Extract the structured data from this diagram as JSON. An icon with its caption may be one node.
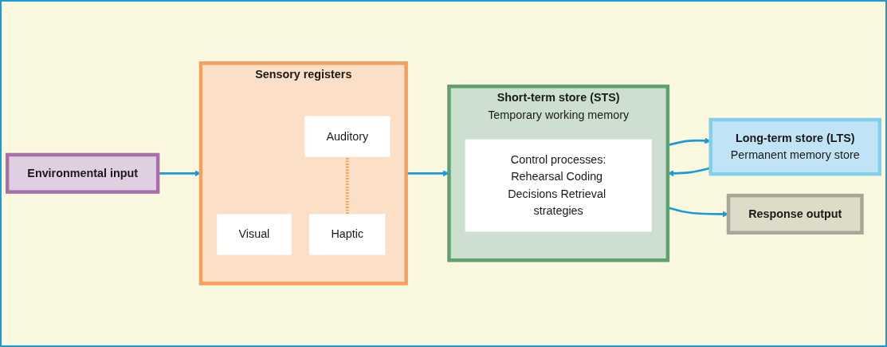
{
  "diagram": {
    "nodes": [
      {
        "text": [
          "Environmental input"
        ]
      },
      {
        "text": [
          "Sensory registers"
        ]
      },
      {
        "text": [
          "Visual"
        ],
        "in": 1
      },
      {
        "text": [
          "Auditory"
        ],
        "in": 1
      },
      {
        "text": [
          "Haptic"
        ],
        "in": 1
      },
      {
        "text": [
          "Short-term store (STS)",
          "Temporary working memory"
        ]
      },
      {
        "text": [
          "Control processes:",
          "Rehearsal Coding Decisions Retrieval strategies"
        ],
        "in": 5
      },
      {
        "text": [
          "Long-term store (LTS)",
          "Permanent memory store"
        ]
      },
      {
        "text": [
          "Response output"
        ]
      }
    ],
    "edges": [
      {
        "from": 0,
        "to": 1,
        "arrow": "to"
      },
      {
        "from": 3,
        "to": 4,
        "arrow": "none",
        "style": "dashed",
        "color": "#f4a05a"
      },
      {
        "from": 1,
        "to": 5,
        "arrow": "to"
      },
      {
        "from": 7,
        "to": 5,
        "arrow": "to"
      },
      {
        "from": 5,
        "to": 7,
        "arrow": "to"
      },
      {
        "from": 5,
        "to": 8,
        "arrow": "to"
      }
    ]
  }
}
